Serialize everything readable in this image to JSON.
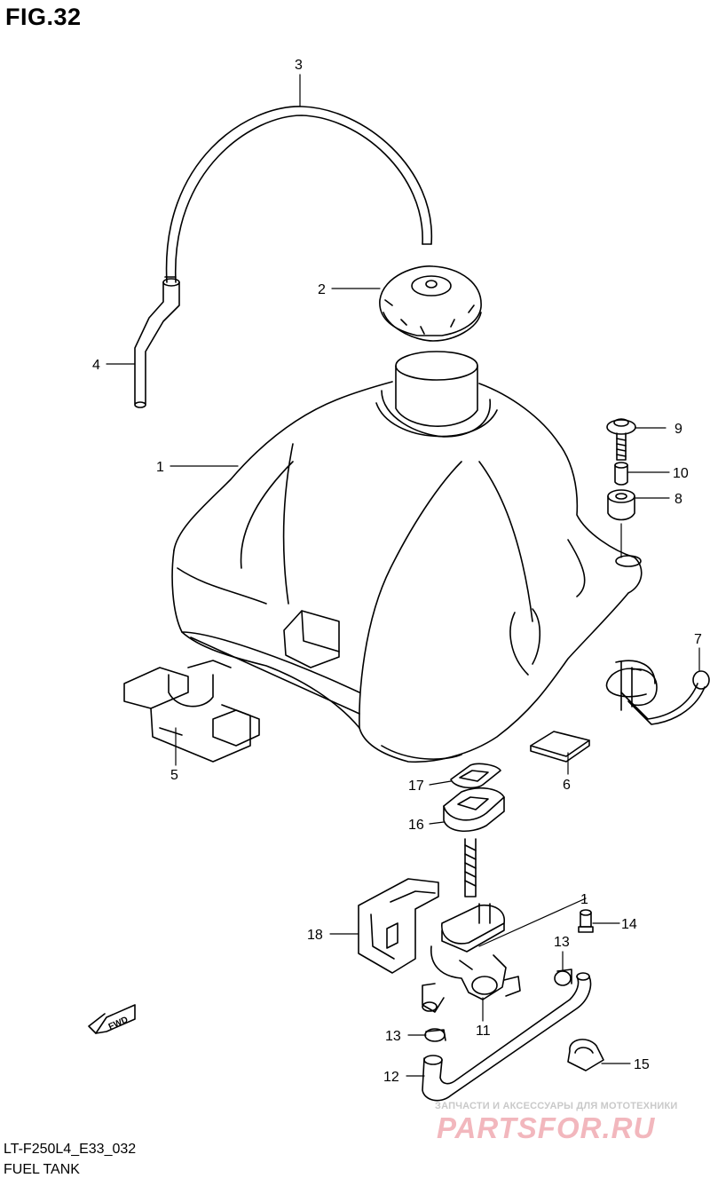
{
  "figure_title": "FIG.32",
  "diagram_code": "LT-F250L4_E33_032",
  "diagram_name": "FUEL TANK",
  "fwd_label": "FWD",
  "watermark": {
    "tagline": "ЗАПЧАСТИ И АКСЕССУАРЫ ДЛЯ МОТОТЕХНИКИ",
    "brand": "PARTSFOR.RU"
  },
  "callouts": {
    "c1": "1",
    "c1b": "1",
    "c2": "2",
    "c3": "3",
    "c4": "4",
    "c5": "5",
    "c6": "6",
    "c7": "7",
    "c8": "8",
    "c9": "9",
    "c10": "10",
    "c11": "11",
    "c12": "12",
    "c13a": "13",
    "c13b": "13",
    "c14": "14",
    "c15": "15",
    "c16": "16",
    "c17": "17",
    "c18": "18"
  }
}
